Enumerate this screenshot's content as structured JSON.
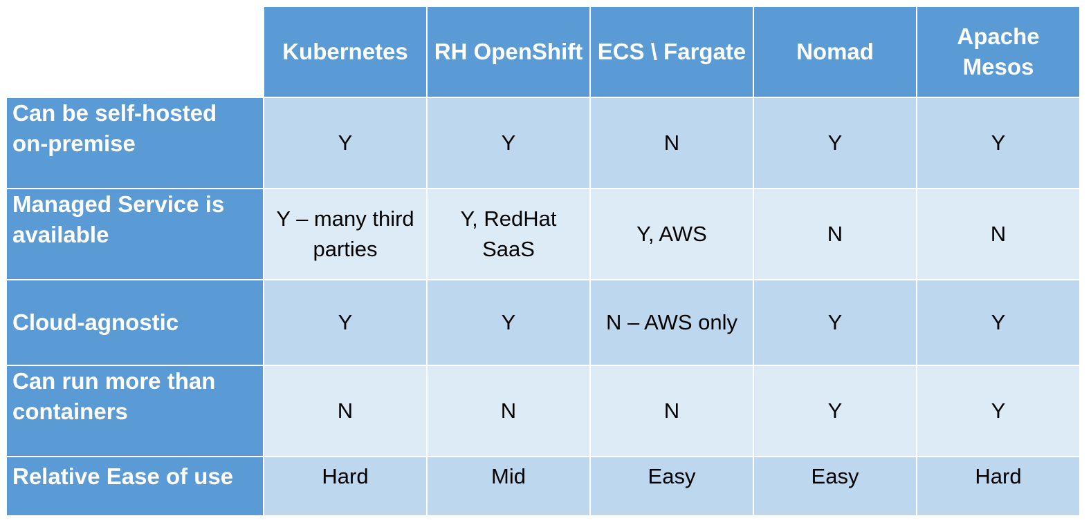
{
  "table": {
    "columns": [
      "Kubernetes",
      "RH OpenShift",
      "ECS \\ Fargate",
      "Nomad",
      "Apache Mesos"
    ],
    "rows": [
      {
        "label": "Can be self-hosted on-premise",
        "values": [
          "Y",
          "Y",
          "N",
          "Y",
          "Y"
        ]
      },
      {
        "label": "Managed Service is available",
        "values": [
          "Y – many third parties",
          "Y, RedHat SaaS",
          "Y, AWS",
          "N",
          "N"
        ]
      },
      {
        "label": "Cloud-agnostic",
        "values": [
          "Y",
          "Y",
          "N – AWS only",
          "Y",
          "Y"
        ]
      },
      {
        "label": "Can run more than containers",
        "values": [
          "N",
          "N",
          "N",
          "Y",
          "Y"
        ]
      },
      {
        "label": "Relative Ease of use",
        "values": [
          "Hard",
          "Mid",
          "Easy",
          "Easy",
          "Hard"
        ]
      }
    ]
  },
  "colors": {
    "header_blue": "#5b9bd5",
    "row_dark": "#bdd7ee",
    "row_light": "#ddebf7"
  }
}
